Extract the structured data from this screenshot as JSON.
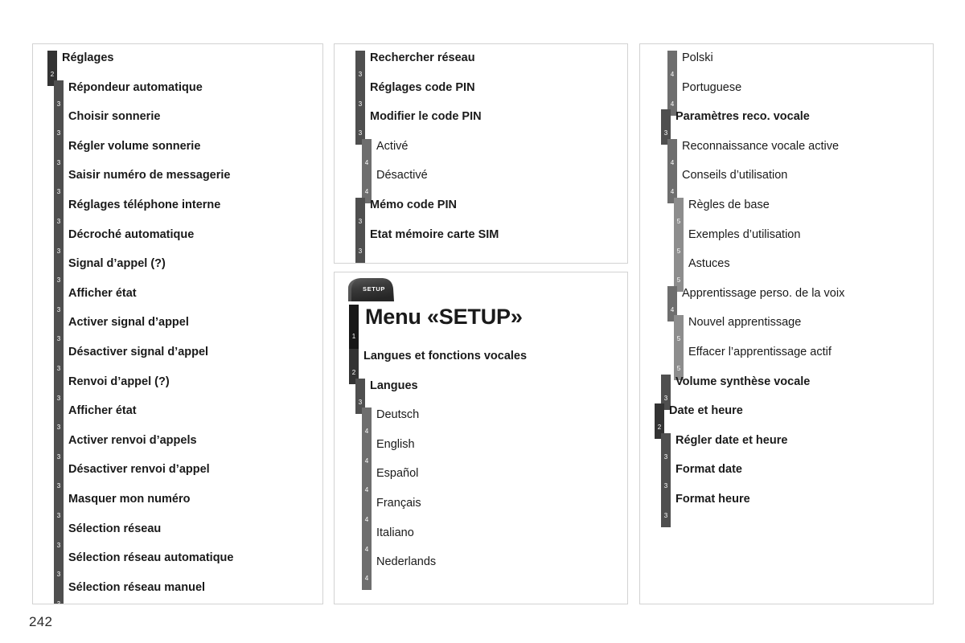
{
  "page": {
    "number": "242",
    "setup_tab_label": "SETUP"
  },
  "colors": {
    "level1_marker": "#171717",
    "level2_marker": "#333333",
    "level3_marker": "#4f4f4f",
    "level4_marker": "#6e6e6e",
    "level5_marker": "#8d8d8d",
    "panel_border": "#d2d2d2",
    "text": "#1a1a1a",
    "background": "#ffffff"
  },
  "panels": [
    {
      "name": "column-1-reglages",
      "items": [
        {
          "level": "2",
          "label": "Réglages"
        },
        {
          "level": "3",
          "label": "Répondeur automatique"
        },
        {
          "level": "3",
          "label": "Choisir sonnerie"
        },
        {
          "level": "3",
          "label": "Régler volume sonnerie"
        },
        {
          "level": "3",
          "label": "Saisir numéro de messagerie"
        },
        {
          "level": "3",
          "label": "Réglages téléphone interne"
        },
        {
          "level": "3",
          "label": "Décroché automatique"
        },
        {
          "level": "3",
          "label": "Signal d’appel (?)"
        },
        {
          "level": "3",
          "label": "Afficher état"
        },
        {
          "level": "3",
          "label": "Activer signal d’appel"
        },
        {
          "level": "3",
          "label": "Désactiver signal d’appel"
        },
        {
          "level": "3",
          "label": "Renvoi d’appel (?)"
        },
        {
          "level": "3",
          "label": "Afficher état"
        },
        {
          "level": "3",
          "label": "Activer renvoi d’appels"
        },
        {
          "level": "3",
          "label": "Désactiver renvoi d’appel"
        },
        {
          "level": "3",
          "label": "Masquer mon numéro"
        },
        {
          "level": "3",
          "label": "Sélection réseau"
        },
        {
          "level": "3",
          "label": "Sélection réseau automatique"
        },
        {
          "level": "3",
          "label": "Sélection réseau manuel"
        }
      ]
    },
    {
      "name": "column-2-reseau-pin",
      "items": [
        {
          "level": "3",
          "label": "Rechercher réseau"
        },
        {
          "level": "3",
          "label": "Réglages code PIN"
        },
        {
          "level": "3",
          "label": "Modifier le code PIN"
        },
        {
          "level": "4",
          "label": "Activé"
        },
        {
          "level": "4",
          "label": "Désactivé"
        },
        {
          "level": "3",
          "label": "Mémo code PIN"
        },
        {
          "level": "3",
          "label": "Etat mémoire carte SIM"
        }
      ]
    },
    {
      "name": "column-2-menu-setup",
      "items": [
        {
          "level": "1",
          "label": "Menu «SETUP»"
        },
        {
          "level": "2",
          "label": "Langues et fonctions vocales"
        },
        {
          "level": "3",
          "label": "Langues"
        },
        {
          "level": "4",
          "label": "Deutsch"
        },
        {
          "level": "4",
          "label": "English"
        },
        {
          "level": "4",
          "label": "Español"
        },
        {
          "level": "4",
          "label": "Français"
        },
        {
          "level": "4",
          "label": "Italiano"
        },
        {
          "level": "4",
          "label": "Nederlands"
        }
      ]
    },
    {
      "name": "column-3-vocale-date",
      "items": [
        {
          "level": "4",
          "label": "Polski"
        },
        {
          "level": "4",
          "label": "Portuguese"
        },
        {
          "level": "3",
          "label": "Paramètres reco. vocale"
        },
        {
          "level": "4",
          "label": "Reconnaissance vocale active"
        },
        {
          "level": "4",
          "label": "Conseils d’utilisation"
        },
        {
          "level": "5",
          "label": "Règles de base"
        },
        {
          "level": "5",
          "label": "Exemples d’utilisation"
        },
        {
          "level": "5",
          "label": "Astuces"
        },
        {
          "level": "4",
          "label": "Apprentissage perso. de la voix"
        },
        {
          "level": "5",
          "label": "Nouvel apprentissage"
        },
        {
          "level": "5",
          "label": "Effacer l’apprentissage actif"
        },
        {
          "level": "3",
          "label": "Volume synthèse vocale"
        },
        {
          "level": "2",
          "label": "Date et heure"
        },
        {
          "level": "3",
          "label": "Régler date et heure"
        },
        {
          "level": "3",
          "label": "Format date"
        },
        {
          "level": "3",
          "label": "Format heure"
        }
      ]
    }
  ]
}
